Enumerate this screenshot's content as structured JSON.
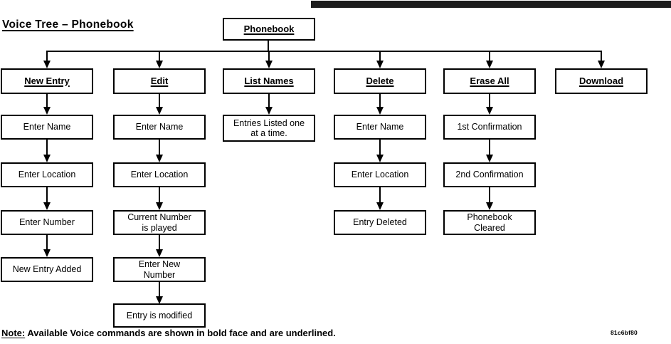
{
  "title": "Voice Tree – Phonebook",
  "root_label": "Phonebook",
  "columns": [
    {
      "label": "New Entry",
      "children": [
        "Enter Name",
        "Enter Location",
        "Enter Number",
        "New Entry Added"
      ]
    },
    {
      "label": "Edit",
      "children": [
        "Enter Name",
        "Enter Location",
        "Current Number\nis played",
        "Enter New\nNumber",
        "Entry is modified"
      ]
    },
    {
      "label": "List Names",
      "children": [
        "Entries Listed one\nat a time."
      ]
    },
    {
      "label": "Delete",
      "children": [
        "Enter Name",
        "Enter Location",
        "Entry Deleted"
      ]
    },
    {
      "label": "Erase All",
      "children": [
        "1st Confirmation",
        "2nd Confirmation",
        "Phonebook\nCleared"
      ]
    },
    {
      "label": "Download",
      "children": []
    }
  ],
  "note": {
    "prefix": "Note:",
    "rest": " Available Voice commands are shown in bold face and are underlined."
  },
  "figure_code": "81c6bf80",
  "colors": {
    "background": "#ffffff",
    "line": "#000000",
    "top_bar": "#1c1c1c"
  }
}
